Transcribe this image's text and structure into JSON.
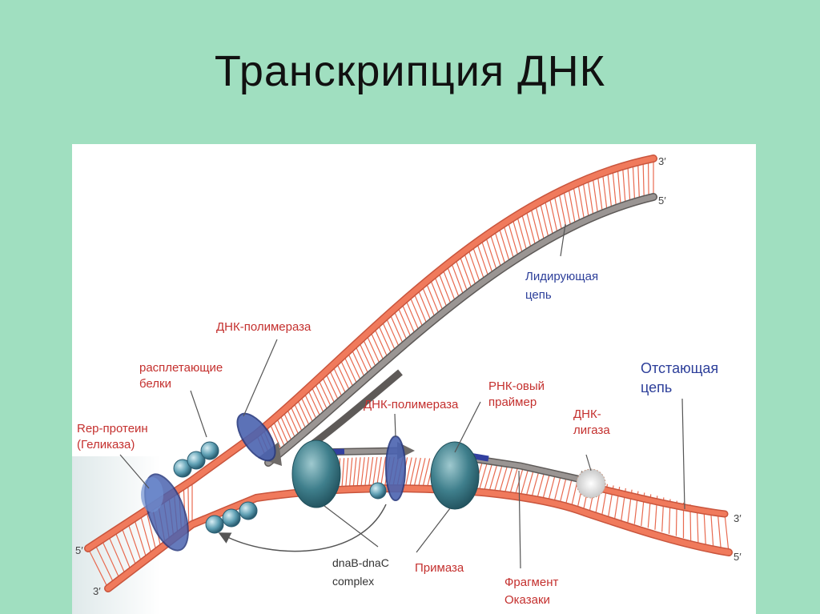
{
  "slide": {
    "title": "Транскрипция ДНК"
  },
  "diagram": {
    "labels": {
      "leading_strand_line1": "Лидирующая",
      "leading_strand_line2": "цепь",
      "lagging_strand_line1": "Отстающая",
      "lagging_strand_line2": "цепь",
      "dna_polymerase_top": "ДНК-полимераза",
      "dna_polymerase_mid": "ДНК-полимераза",
      "unwinding_proteins_line1": "расплетающие",
      "unwinding_proteins_line2": "белки",
      "rep_protein_line1": "Rep-протеин",
      "rep_protein_line2": "(Геликаза)",
      "rna_primer_line1": "РНК-овый",
      "rna_primer_line2": "праймер",
      "dna_ligase_line1": "ДНК-",
      "dna_ligase_line2": "лигаза",
      "dnab_dnac_line1": "dnaB-dnaC",
      "dnab_dnac_line2": "complex",
      "primase": "Примаза",
      "okazaki_line1": "Фрагмент",
      "okazaki_line2": "Оказаки"
    },
    "strand_ends": {
      "top_right_upper": "3′",
      "top_right_lower": "5′",
      "bottom_right_upper": "3′",
      "bottom_right_lower": "5′",
      "left_upper": "5′",
      "left_lower": "3′"
    },
    "colors": {
      "template_strand": "#f07a5c",
      "new_strand": "#8a8582",
      "rungs": "#e86a50",
      "enzyme": "#2e6e86",
      "blue_label": "#2d3f9a",
      "red_label": "#c4302e",
      "background": "#a0dfc0"
    }
  }
}
